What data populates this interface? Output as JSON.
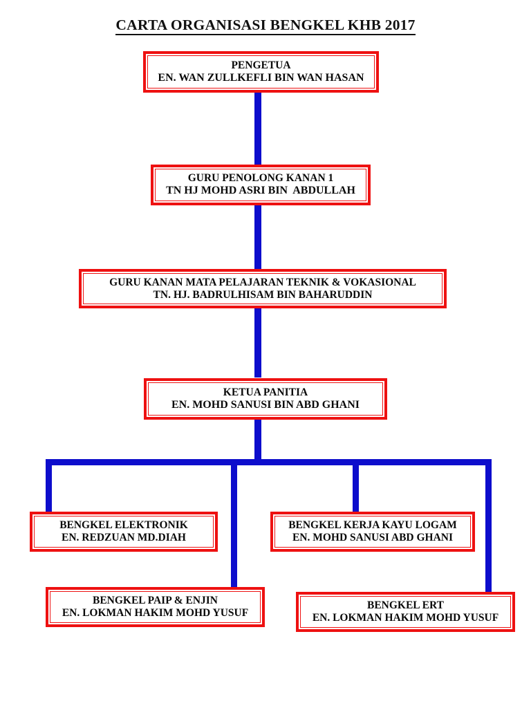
{
  "document": {
    "title": "CARTA ORGANISASI BENGKEL KHB 2017",
    "type": "organizational-chart",
    "language": "ms",
    "colors": {
      "box_border_red": "#ee1111",
      "connector_blue": "#0d0dcc",
      "text_black": "#0a0a0a",
      "background": "#ffffff"
    }
  },
  "nodes": {
    "principal": {
      "role": "PENGETUA",
      "person": "EN. WAN ZULLKEFLI BIN WAN HASAN"
    },
    "senior_assistant": {
      "role": "GURU PENOLONG KANAN 1",
      "person": "TN HJ MOHD ASRI BIN  ABDULLAH"
    },
    "senior_teacher": {
      "role": "GURU KANAN MATA PELAJARAN TEKNIK & VOKASIONAL",
      "person": "TN. HJ. BADRULHISAM BIN BAHARUDDIN"
    },
    "panel_head": {
      "role": "KETUA PANITIA",
      "person": "EN. MOHD SANUSI BIN ABD GHANI"
    },
    "workshops": [
      {
        "role": "BENGKEL ELEKTRONIK",
        "person": "EN. REDZUAN MD.DIAH"
      },
      {
        "role": "BENGKEL KERJA KAYU LOGAM",
        "person": "EN. MOHD SANUSI ABD GHANI"
      },
      {
        "role": "BENGKEL PAIP & ENJIN",
        "person": "EN. LOKMAN HAKIM MOHD YUSUF"
      },
      {
        "role": "BENGKEL ERT",
        "person": "EN. LOKMAN HAKIM MOHD YUSUF"
      }
    ]
  }
}
